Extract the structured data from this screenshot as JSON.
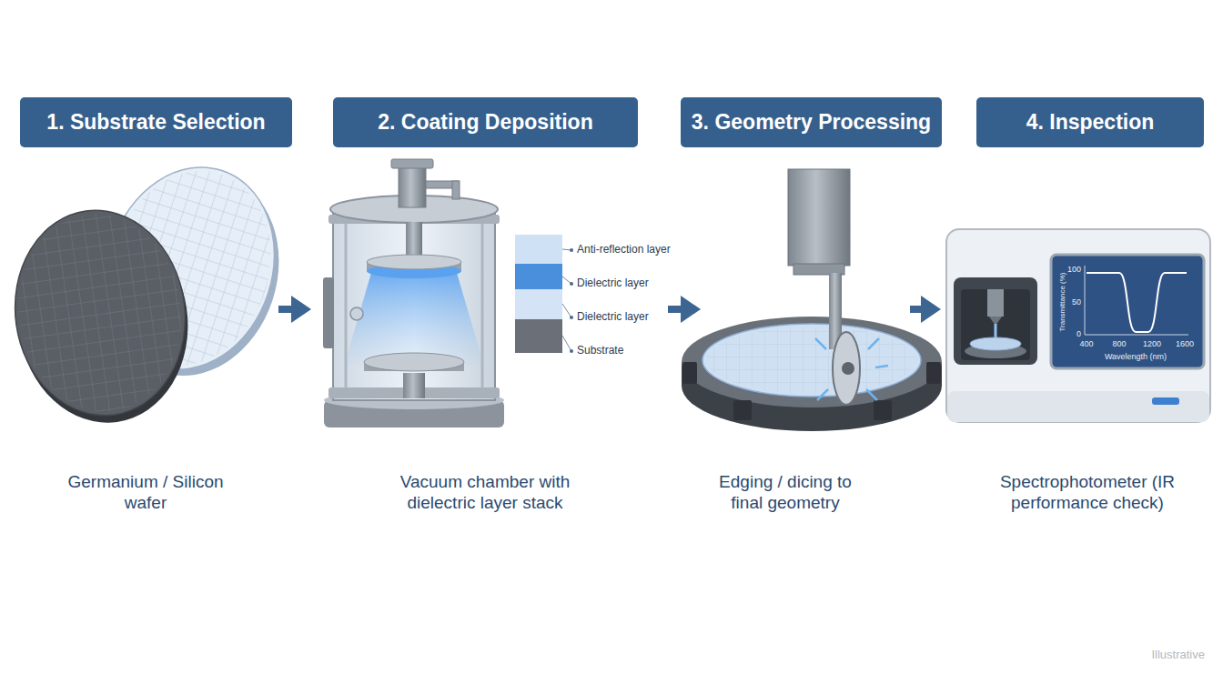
{
  "diagram": {
    "nodes": [
      {
        "text": [
          "1. Substrate Selection",
          "Germanium / Silicon wafer"
        ]
      },
      {
        "text": [
          "2. Coating Deposition",
          "Vacuum chamber with dielectric layer stack"
        ]
      },
      {
        "text": [
          "3. Geometry Processing",
          "Edging / dicing to final geometry"
        ]
      },
      {
        "text": [
          "4. Inspection",
          "Spectrophotometer (IR performance check)"
        ]
      }
    ],
    "edges": [
      {
        "from": 0,
        "to": 1,
        "arrow": "to"
      },
      {
        "from": 1,
        "to": 2,
        "arrow": "to"
      },
      {
        "from": 2,
        "to": 3,
        "arrow": "to"
      }
    ],
    "labels": [
      "Anti-reflection layer",
      "Dielectric layer",
      "Dielectric layer",
      "Substrate",
      "Transmittance (%)",
      "100",
      "50",
      "0",
      "400",
      "800",
      "1200",
      "1600",
      "Wavelength (nm)",
      "Illustrative"
    ]
  }
}
